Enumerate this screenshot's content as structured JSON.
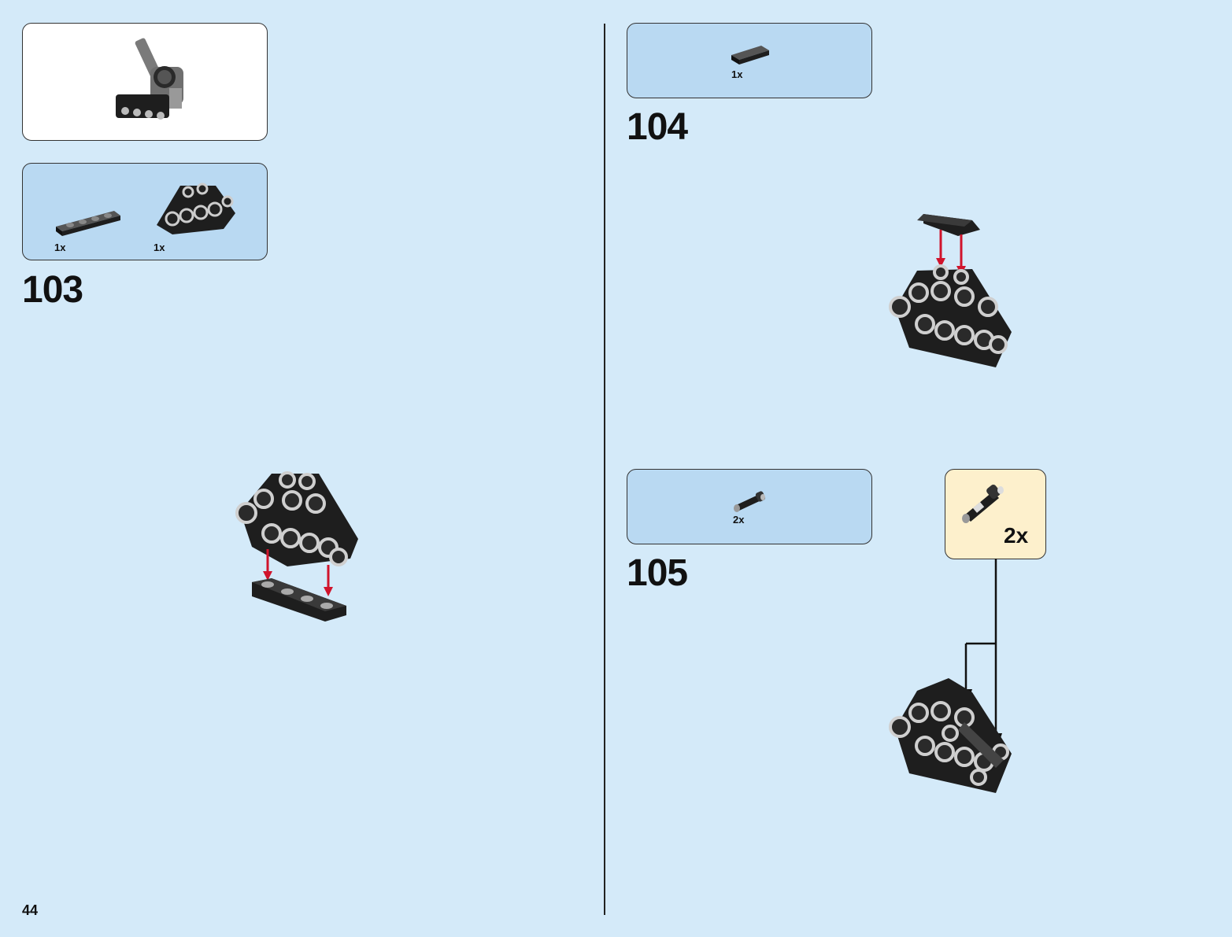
{
  "page_number": "44",
  "colors": {
    "background": "#d4eaf9",
    "parts_box": "#b9d9f2",
    "submodel_box": "#fdf0cc",
    "brick_black": "#1e1e1e",
    "arrow_red": "#d0142c"
  },
  "steps": [
    {
      "number": "103",
      "parts": [
        {
          "qty": "1x",
          "icon": "plate-1x4-icon"
        },
        {
          "qty": "1x",
          "icon": "wedge-brick-icon"
        }
      ]
    },
    {
      "number": "104",
      "parts": [
        {
          "qty": "1x",
          "icon": "tile-1x2-icon"
        }
      ]
    },
    {
      "number": "105",
      "parts": [
        {
          "qty": "2x",
          "icon": "axle-pin-icon"
        }
      ],
      "submodel_qty": "2x"
    }
  ]
}
